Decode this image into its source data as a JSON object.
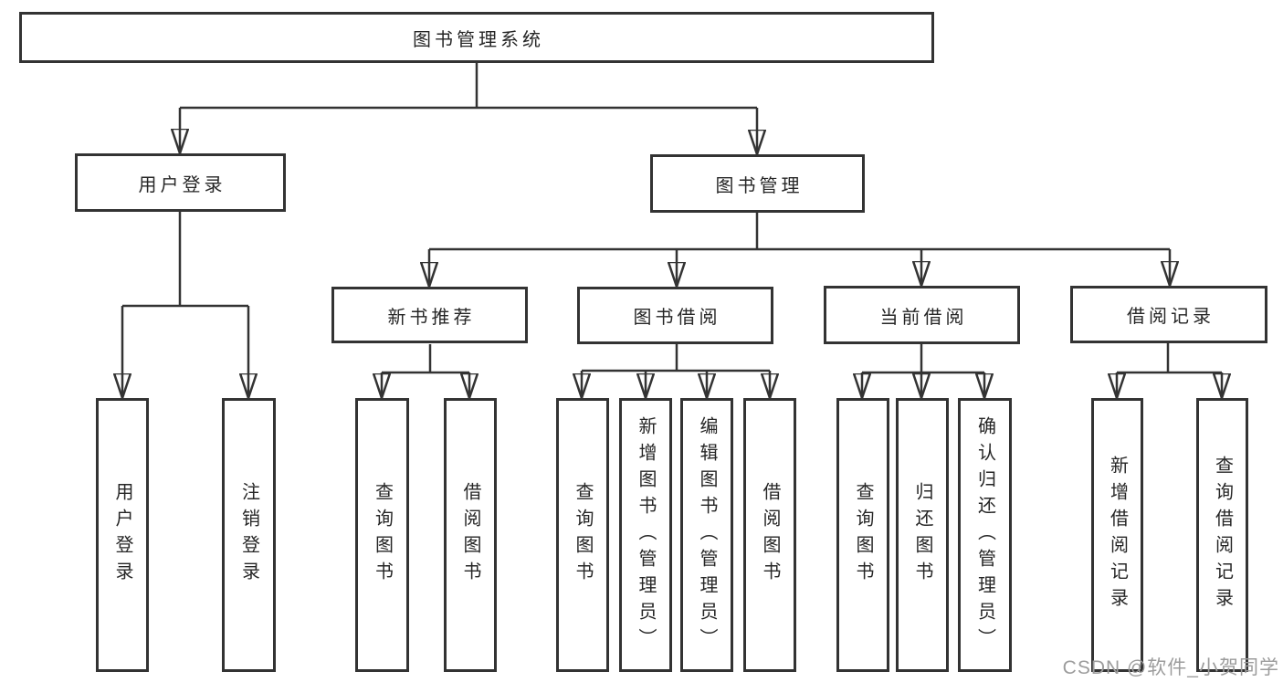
{
  "diagram": {
    "root": {
      "label": "图书管理系统"
    },
    "branches": [
      {
        "label": "用户登录",
        "children": [
          {
            "label": "用户登录"
          },
          {
            "label": "注销登录"
          }
        ]
      },
      {
        "label": "图书管理",
        "children": [
          {
            "label": "新书推荐",
            "children": [
              {
                "label": "查询图书"
              },
              {
                "label": "借阅图书"
              }
            ]
          },
          {
            "label": "图书借阅",
            "children": [
              {
                "label": "查询图书"
              },
              {
                "label": "新增图书（管理员）"
              },
              {
                "label": "编辑图书（管理员）"
              },
              {
                "label": "借阅图书"
              }
            ]
          },
          {
            "label": "当前借阅",
            "children": [
              {
                "label": "查询图书"
              },
              {
                "label": "归还图书"
              },
              {
                "label": "确认归还（管理员）"
              }
            ]
          },
          {
            "label": "借阅记录",
            "children": [
              {
                "label": "新增借阅记录"
              },
              {
                "label": "查询借阅记录"
              }
            ]
          }
        ]
      }
    ],
    "watermark": "CSDN @软件_小贺同学",
    "colors": {
      "line": "#333333",
      "text": "#262626",
      "background": "#ffffff",
      "watermark": "#9c9c9c"
    }
  }
}
